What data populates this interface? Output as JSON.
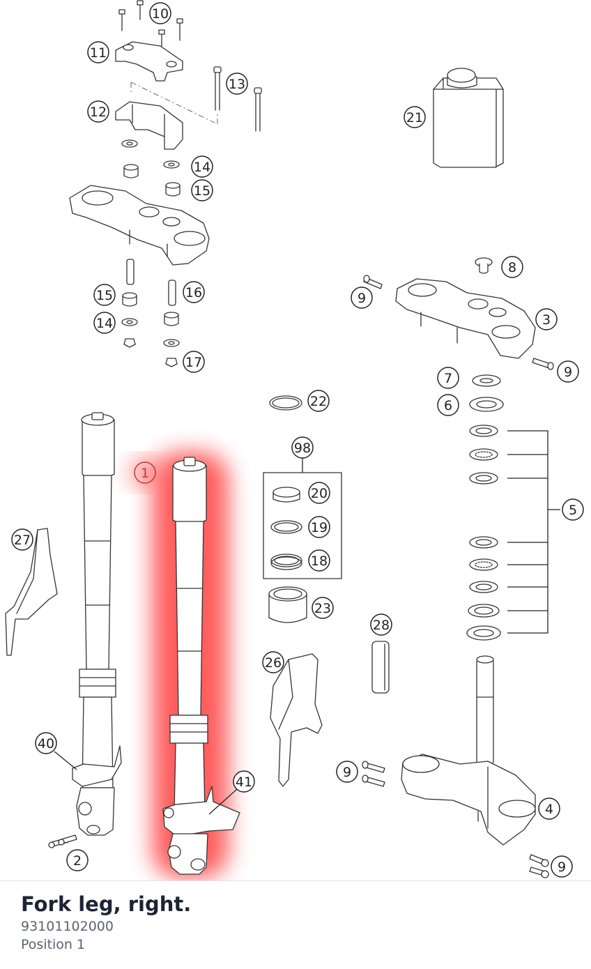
{
  "selected_part": {
    "title": "Fork leg, right.",
    "part_number": "93101102000",
    "position": "Position 1"
  },
  "colors": {
    "highlight": "#ff5555",
    "line": "#333333",
    "title": "#1d2433",
    "meta": "#5b6270"
  },
  "callouts": [
    {
      "label": "1",
      "highlighted": true
    },
    {
      "label": "2"
    },
    {
      "label": "3"
    },
    {
      "label": "4"
    },
    {
      "label": "5"
    },
    {
      "label": "6"
    },
    {
      "label": "7"
    },
    {
      "label": "8"
    },
    {
      "label": "9"
    },
    {
      "label": "9"
    },
    {
      "label": "9"
    },
    {
      "label": "9"
    },
    {
      "label": "10"
    },
    {
      "label": "11"
    },
    {
      "label": "12"
    },
    {
      "label": "13"
    },
    {
      "label": "14"
    },
    {
      "label": "14"
    },
    {
      "label": "15"
    },
    {
      "label": "15"
    },
    {
      "label": "16"
    },
    {
      "label": "17"
    },
    {
      "label": "18"
    },
    {
      "label": "19"
    },
    {
      "label": "20"
    },
    {
      "label": "21"
    },
    {
      "label": "22"
    },
    {
      "label": "23"
    },
    {
      "label": "26"
    },
    {
      "label": "27"
    },
    {
      "label": "28"
    },
    {
      "label": "40"
    },
    {
      "label": "41"
    },
    {
      "label": "98"
    }
  ]
}
